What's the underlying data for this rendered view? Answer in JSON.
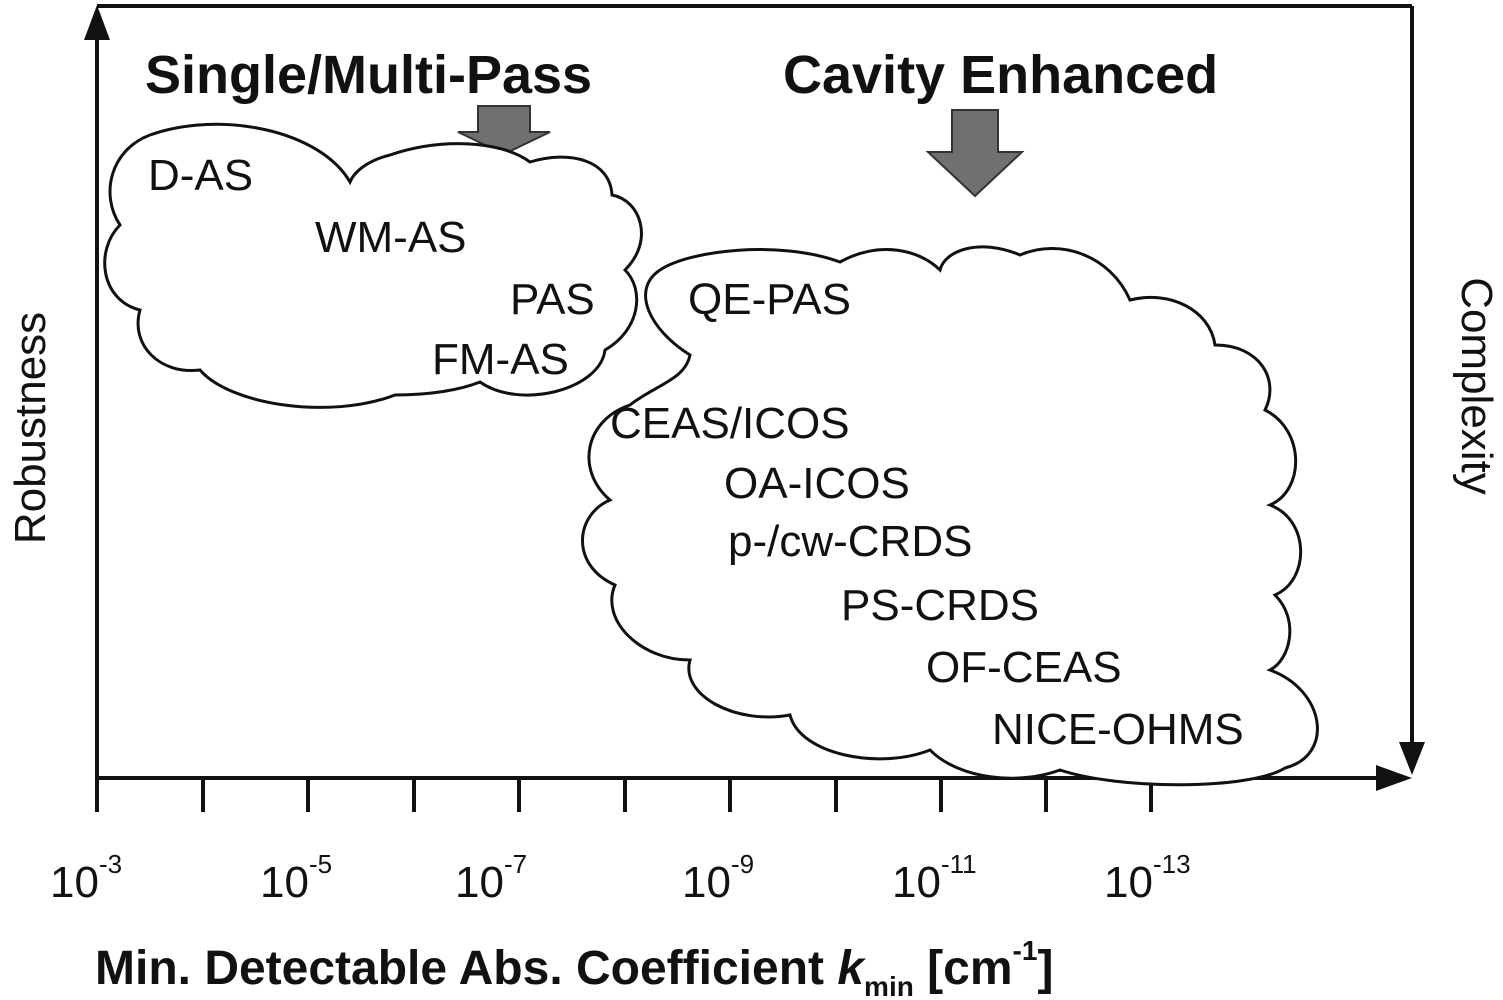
{
  "headers": {
    "left": "Single/Multi-Pass",
    "right": "Cavity Enhanced"
  },
  "axes": {
    "y_left_label": "Robustness",
    "y_right_label": "Complexity",
    "x_title_main": "Min. Detectable Abs. Coefficient ",
    "x_title_k": "k",
    "x_title_sub": "min",
    "x_title_unit_open": " [cm",
    "x_title_unit_sup": "-1",
    "x_title_unit_close": "]",
    "ticks": [
      {
        "base": "10",
        "exp": "-3"
      },
      {
        "base": "10",
        "exp": "-5"
      },
      {
        "base": "10",
        "exp": "-7"
      },
      {
        "base": "10",
        "exp": "-9"
      },
      {
        "base": "10",
        "exp": "-11"
      },
      {
        "base": "10",
        "exp": "-13"
      }
    ]
  },
  "single_pass_methods": [
    "D-AS",
    "WM-AS",
    "PAS",
    "FM-AS"
  ],
  "cavity_methods": [
    "QE-PAS",
    "CEAS/ICOS",
    "OA-ICOS",
    "p-/cw-CRDS",
    "PS-CRDS",
    "OF-CEAS",
    "NICE-OHMS"
  ],
  "colors": {
    "arrow_fill": "#707070",
    "line": "#111111"
  }
}
